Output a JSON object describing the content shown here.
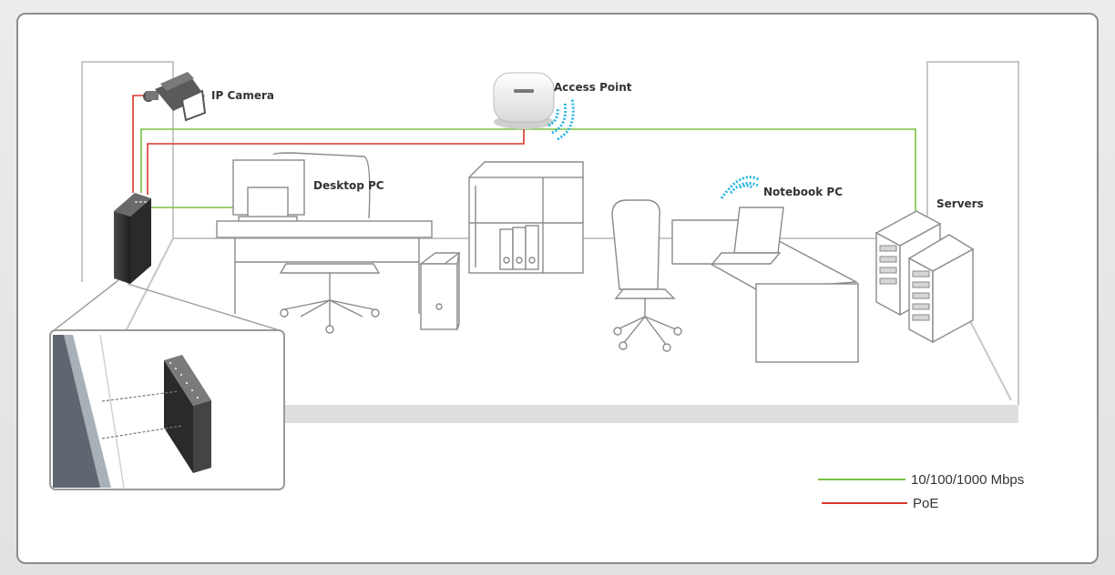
{
  "labels": {
    "ip_camera": "IP Camera",
    "access_point": "Access Point",
    "desktop_pc": "Desktop PC",
    "notebook_pc": "Notebook PC",
    "servers": "Servers"
  },
  "legend": [
    {
      "label": "10/100/1000 Mbps",
      "color": "#7ac143"
    },
    {
      "label": "PoE",
      "color": "#d9362a"
    }
  ],
  "colors": {
    "ethernet": "#7ac143",
    "poe": "#d9362a",
    "wireless": "#29b6e6",
    "outline": "#8a8a8a"
  }
}
